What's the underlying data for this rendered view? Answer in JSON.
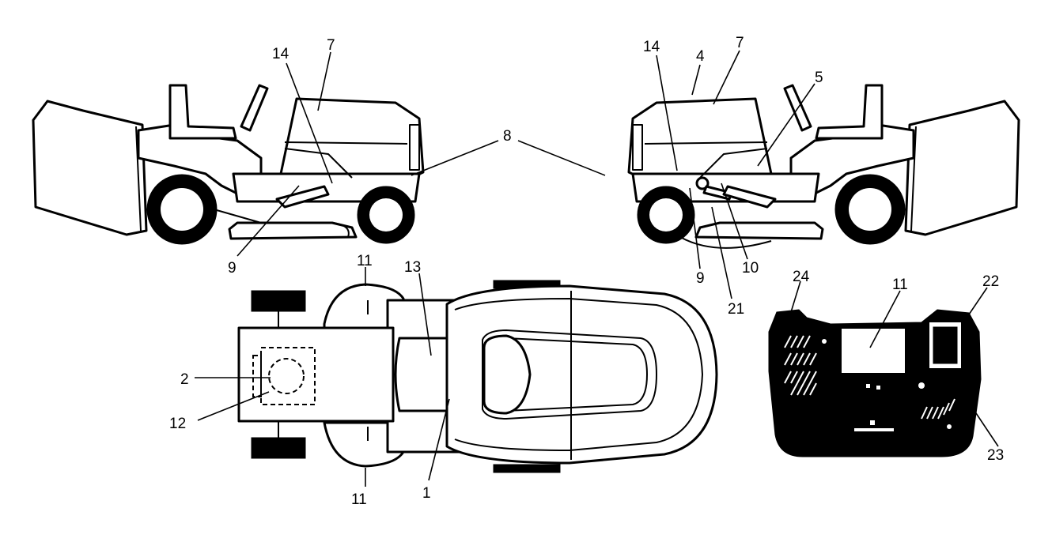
{
  "callouts": {
    "left_view": {
      "c14": "14",
      "c7": "7",
      "c9": "9"
    },
    "right_view": {
      "c14": "14",
      "c4": "4",
      "c7": "7",
      "c5": "5",
      "c9": "9",
      "c10": "10",
      "c21": "21"
    },
    "shared": {
      "c8": "8"
    },
    "top_view": {
      "c11_top": "11",
      "c13": "13",
      "c2": "2",
      "c12": "12",
      "c1": "1",
      "c11_bottom": "11"
    },
    "hood_detail": {
      "c24": "24",
      "c11": "11",
      "c22": "22",
      "c23": "23"
    }
  },
  "colors": {
    "line": "#000000",
    "background": "#ffffff"
  }
}
